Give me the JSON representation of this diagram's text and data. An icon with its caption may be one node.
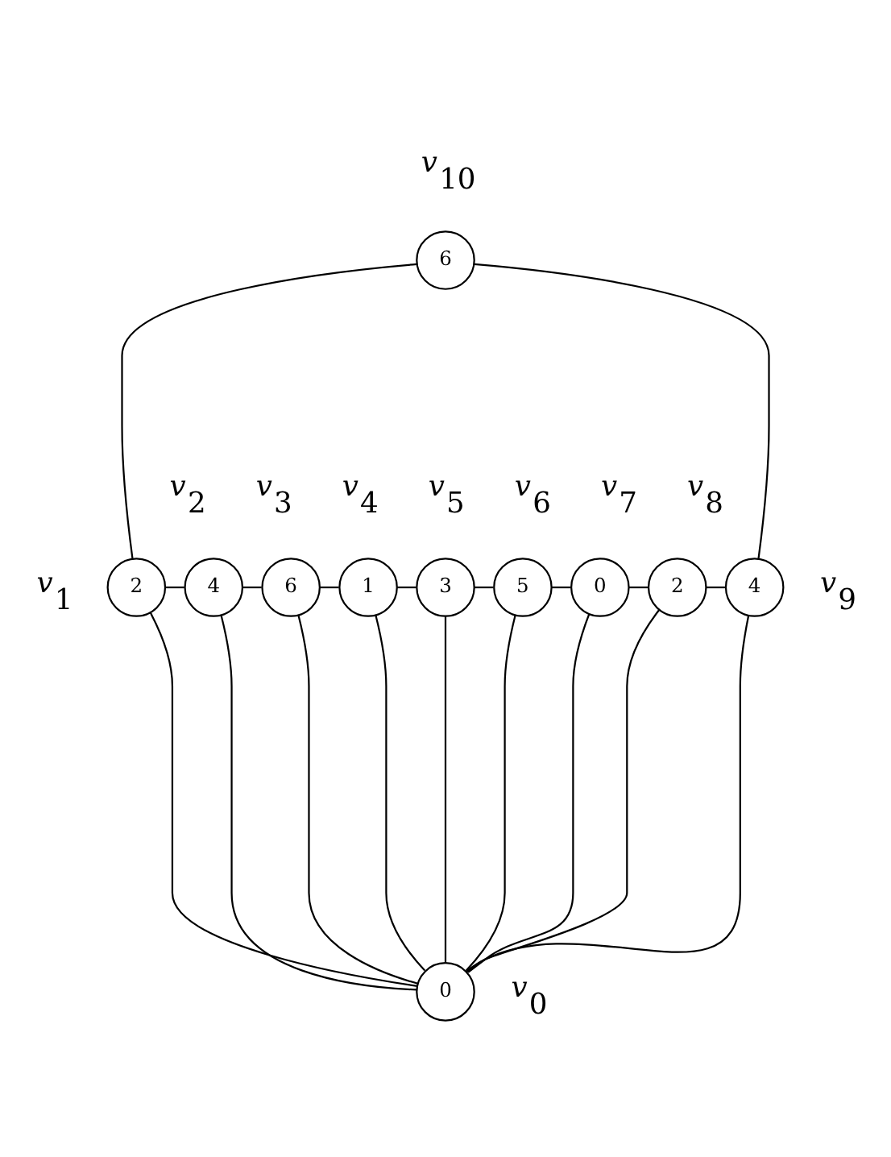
{
  "diagram": {
    "nodes": [
      {
        "text": [
          "6"
        ],
        "beside": [
          "v$_{10}$"
        ]
      },
      {
        "text": [
          "2"
        ],
        "beside": [
          "v$_{1}$"
        ]
      },
      {
        "text": [
          "4"
        ],
        "beside": [
          "v$_{2}$"
        ]
      },
      {
        "text": [
          "6"
        ],
        "beside": [
          "v$_{3}$"
        ]
      },
      {
        "text": [
          "1"
        ],
        "beside": [
          "v$_{4}$"
        ]
      },
      {
        "text": [
          "3"
        ],
        "beside": [
          "v$_{5}$"
        ]
      },
      {
        "text": [
          "5"
        ],
        "beside": [
          "v$_{6}$"
        ]
      },
      {
        "text": [
          "0"
        ],
        "beside": [
          "v$_{7}$"
        ]
      },
      {
        "text": [
          "2"
        ],
        "beside": [
          "v$_{8}$"
        ]
      },
      {
        "text": [
          "4"
        ],
        "beside": [
          "v$_{9}$"
        ]
      },
      {
        "text": [
          "0"
        ],
        "beside": [
          "v$_{0}$"
        ]
      }
    ],
    "edges": [
      {
        "from": 0,
        "to": 1,
        "arrow": "none"
      },
      {
        "from": 0,
        "to": 9,
        "arrow": "none"
      },
      {
        "from": 1,
        "to": 2,
        "arrow": "none"
      },
      {
        "from": 2,
        "to": 3,
        "arrow": "none"
      },
      {
        "from": 3,
        "to": 4,
        "arrow": "none"
      },
      {
        "from": 4,
        "to": 5,
        "arrow": "none"
      },
      {
        "from": 5,
        "to": 6,
        "arrow": "none"
      },
      {
        "from": 6,
        "to": 7,
        "arrow": "none"
      },
      {
        "from": 7,
        "to": 8,
        "arrow": "none"
      },
      {
        "from": 8,
        "to": 9,
        "arrow": "none"
      },
      {
        "from": 1,
        "to": 10,
        "arrow": "none"
      },
      {
        "from": 2,
        "to": 10,
        "arrow": "none"
      },
      {
        "from": 3,
        "to": 10,
        "arrow": "none"
      },
      {
        "from": 4,
        "to": 10,
        "arrow": "none"
      },
      {
        "from": 5,
        "to": 10,
        "arrow": "none"
      },
      {
        "from": 6,
        "to": 10,
        "arrow": "none"
      },
      {
        "from": 7,
        "to": 10,
        "arrow": "none"
      },
      {
        "from": 8,
        "to": 10,
        "arrow": "none"
      },
      {
        "from": 9,
        "to": 10,
        "arrow": "none"
      }
    ]
  }
}
